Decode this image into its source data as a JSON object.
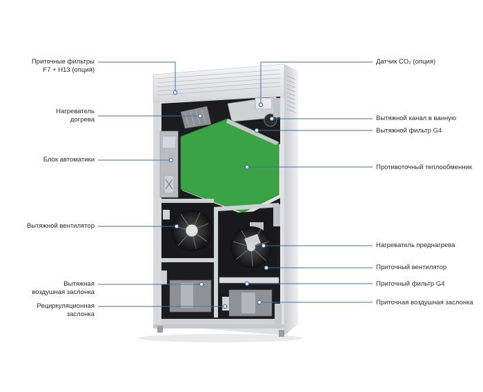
{
  "labels_left": [
    {
      "id": "supply-filters",
      "lines": [
        "Приточные фильтры",
        "F7 + H13 (опция)"
      ]
    },
    {
      "id": "reheater",
      "lines": [
        "Нагреватель",
        "догрева"
      ]
    },
    {
      "id": "automation",
      "lines": [
        "Блок автоматики"
      ]
    },
    {
      "id": "exhaust-fan",
      "lines": [
        "Вытяжной вентилятор"
      ]
    },
    {
      "id": "exhaust-damper",
      "lines": [
        "Вытяжная",
        "воздушная заслонка"
      ]
    },
    {
      "id": "recirculation-damper",
      "lines": [
        "Рециркуляционная",
        "заслонка"
      ]
    }
  ],
  "labels_right": [
    {
      "id": "co2-sensor",
      "lines": [
        "Датчик CO₂ (опция)"
      ]
    },
    {
      "id": "bathroom-exhaust",
      "lines": [
        "Вытяжной канал в ванную"
      ]
    },
    {
      "id": "exhaust-filter",
      "lines": [
        "Вытяжной фильтр G4"
      ]
    },
    {
      "id": "heat-exchanger",
      "lines": [
        "Противоточный теплообменник"
      ]
    },
    {
      "id": "preheater",
      "lines": [
        "Нагреватель преднагрева"
      ]
    },
    {
      "id": "supply-fan",
      "lines": [
        "Приточный вентилятор"
      ]
    },
    {
      "id": "supply-filter",
      "lines": [
        "Приточный фильтр G4"
      ]
    },
    {
      "id": "supply-damper",
      "lines": [
        "Приточная воздушная заслонка"
      ]
    }
  ],
  "colors": {
    "leader": "#3f6fa8",
    "exchanger": "#3aa345",
    "cabinet": "#e4e6e8",
    "interior": "#1c1c1e"
  }
}
